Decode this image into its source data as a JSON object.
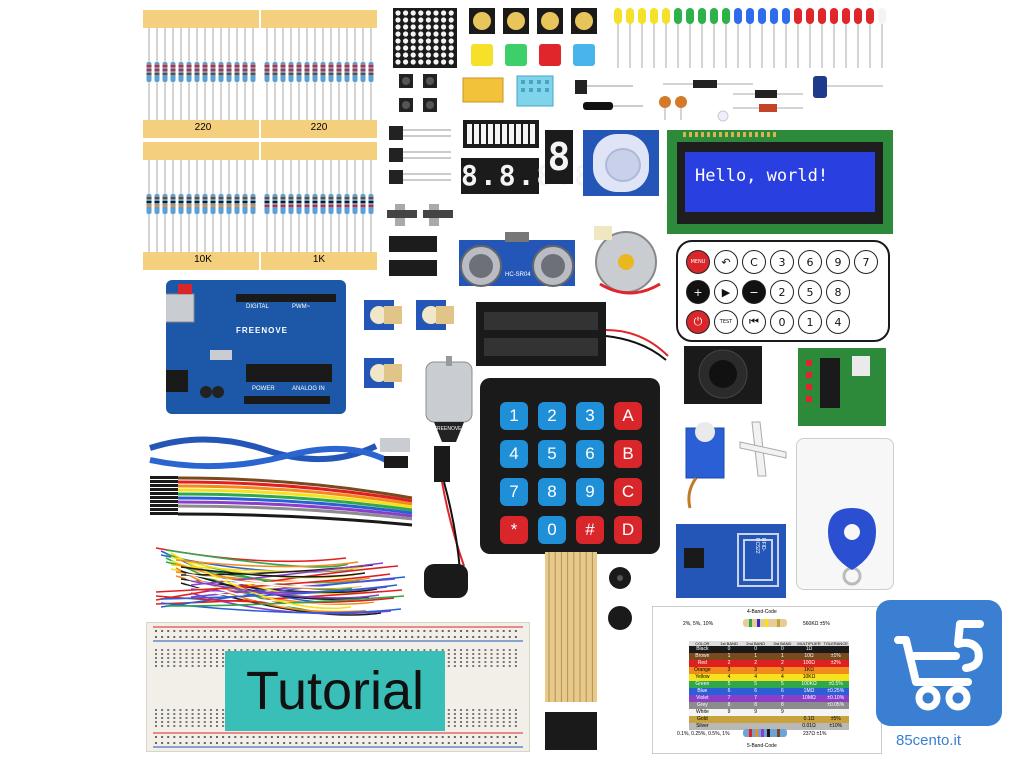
{
  "resistors": {
    "strip1_label": "220",
    "strip2_label": "220",
    "strip3_label": "10K",
    "strip4_label": "1K"
  },
  "lcd": {
    "text": "Hello, world!"
  },
  "ultrasonic": {
    "label": "HC-SR04"
  },
  "arduino": {
    "brand": "FREENOVE",
    "digital_label": "DIGITAL",
    "pwm_label": "PWM~",
    "power_label": "POWER",
    "analog_label": "ANALOG IN"
  },
  "remote": {
    "keys": [
      {
        "t": "MENU",
        "c": "#d8262b",
        "fg": "#ffffff"
      },
      {
        "t": "↶",
        "c": "#ffffff",
        "fg": "#111111"
      },
      {
        "t": "C",
        "c": "#ffffff",
        "fg": "#111111"
      },
      {
        "t": "3",
        "c": "#ffffff",
        "fg": "#111111"
      },
      {
        "t": "6",
        "c": "#ffffff",
        "fg": "#111111"
      },
      {
        "t": "9",
        "c": "#ffffff",
        "fg": "#111111"
      },
      {
        "t": "+",
        "c": "#111111",
        "fg": "#ffffff"
      },
      {
        "t": "▶",
        "c": "#ffffff",
        "fg": "#111111"
      },
      {
        "t": "−",
        "c": "#111111",
        "fg": "#ffffff"
      },
      {
        "t": "2",
        "c": "#ffffff",
        "fg": "#111111"
      },
      {
        "t": "5",
        "c": "#ffffff",
        "fg": "#111111"
      },
      {
        "t": "8",
        "c": "#ffffff",
        "fg": "#111111"
      },
      {
        "t": "⏻",
        "c": "#d8262b",
        "fg": "#ffffff"
      },
      {
        "t": "TEST",
        "c": "#ffffff",
        "fg": "#111111"
      },
      {
        "t": "⏮",
        "c": "#ffffff",
        "fg": "#111111"
      },
      {
        "t": "0",
        "c": "#ffffff",
        "fg": "#111111"
      },
      {
        "t": "1",
        "c": "#ffffff",
        "fg": "#111111"
      },
      {
        "t": "4",
        "c": "#ffffff",
        "fg": "#111111"
      },
      {
        "t": "7",
        "c": "#ffffff",
        "fg": "#111111"
      }
    ]
  },
  "keypad": {
    "keys": [
      "1",
      "2",
      "3",
      "A",
      "4",
      "5",
      "6",
      "B",
      "7",
      "8",
      "9",
      "C",
      "*",
      "0",
      "#",
      "D"
    ],
    "colors": {
      "num": "#1f8fd8",
      "letter": "#d8262b",
      "star": "#d8262b"
    }
  },
  "motor_label": "FREENOVE",
  "rfid": {
    "label": "RFID-RC522"
  },
  "tutorial": {
    "text": "Tutorial"
  },
  "color_chart": {
    "top_header": "4-Band-Code",
    "top_left": "2%, 5%, 10%",
    "top_right": "560KΩ ±5%",
    "bottom_header": "5-Band-Code",
    "bottom_left": "0.1%, 0.25%, 0.5%, 1%",
    "bottom_right": "237Ω ±1%",
    "headers": [
      "COLOR",
      "1st BAND",
      "2nd BAND",
      "3rd BAND",
      "MULTIPLIER",
      "TOLERANCE"
    ],
    "rows": [
      {
        "name": "Black",
        "c": "#1a1a1a",
        "fg": "#ffffff",
        "v": [
          "0",
          "0",
          "0",
          "1Ω",
          ""
        ]
      },
      {
        "name": "Brown",
        "c": "#7a4a1e",
        "fg": "#ffffff",
        "v": [
          "1",
          "1",
          "1",
          "10Ω",
          "±1%"
        ]
      },
      {
        "name": "Red",
        "c": "#e02020",
        "fg": "#ffffff",
        "v": [
          "2",
          "2",
          "2",
          "100Ω",
          "±2%"
        ]
      },
      {
        "name": "Orange",
        "c": "#f28a1c",
        "fg": "#000000",
        "v": [
          "3",
          "3",
          "3",
          "1KΩ",
          ""
        ]
      },
      {
        "name": "Yellow",
        "c": "#f6e21c",
        "fg": "#000000",
        "v": [
          "4",
          "4",
          "4",
          "10KΩ",
          ""
        ]
      },
      {
        "name": "Green",
        "c": "#2ea84a",
        "fg": "#ffffff",
        "v": [
          "5",
          "5",
          "5",
          "100KΩ",
          "±0.5%"
        ]
      },
      {
        "name": "Blue",
        "c": "#2a5fd6",
        "fg": "#ffffff",
        "v": [
          "6",
          "6",
          "6",
          "1MΩ",
          "±0.25%"
        ]
      },
      {
        "name": "Violet",
        "c": "#8b3fc8",
        "fg": "#ffffff",
        "v": [
          "7",
          "7",
          "7",
          "10MΩ",
          "±0.10%"
        ]
      },
      {
        "name": "Grey",
        "c": "#8c8c8c",
        "fg": "#ffffff",
        "v": [
          "8",
          "8",
          "8",
          "",
          "±0.05%"
        ]
      },
      {
        "name": "White",
        "c": "#f4f4f4",
        "fg": "#000000",
        "v": [
          "9",
          "9",
          "9",
          "",
          ""
        ]
      },
      {
        "name": "Gold",
        "c": "#c8a23c",
        "fg": "#000000",
        "v": [
          "",
          "",
          "",
          "0.1Ω",
          "±5%"
        ]
      },
      {
        "name": "Silver",
        "c": "#b8b8b8",
        "fg": "#000000",
        "v": [
          "",
          "",
          "",
          "0.01Ω",
          "±10%"
        ]
      }
    ]
  },
  "logo": {
    "watermark": "85cento.it",
    "color": "#3b7fd2"
  },
  "colors": {
    "pcb_blue": "#1d58a8",
    "paper_tape": "#f4cf7e",
    "led_colors": [
      "#f5e12a",
      "#2bb34a",
      "#2f6bea",
      "#e0262b",
      "#f4f4f4"
    ]
  }
}
